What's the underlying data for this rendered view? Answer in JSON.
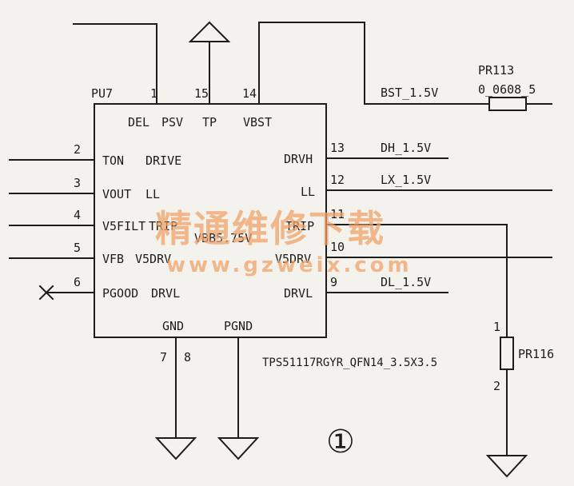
{
  "ic": {
    "ref": "PU7",
    "part": "TPS51117RGYR_QFN14_3.5X3.5",
    "top_pins": [
      {
        "num": "1",
        "name": "DEL"
      },
      {
        "num": "15",
        "name": "PSV"
      },
      {
        "num": "",
        "name": "TP"
      },
      {
        "num": "14",
        "name": "VBST"
      }
    ],
    "left_pins": [
      {
        "num": "2",
        "name": "TON"
      },
      {
        "num": "3",
        "name": "VOUT"
      },
      {
        "num": "4",
        "name": "V5FILT"
      },
      {
        "num": "5",
        "name": "VFB"
      },
      {
        "num": "6",
        "name": "PGOOD"
      }
    ],
    "inner_right": [
      "DRIVE",
      "LL",
      "TRIP",
      "V5DRV",
      "DRVL"
    ],
    "inner_center": "VBB5.75V",
    "right_pins": [
      {
        "num": "13",
        "name": "DRVH"
      },
      {
        "num": "12",
        "name": "LL"
      },
      {
        "num": "11",
        "name": "TRIP"
      },
      {
        "num": "10",
        "name": "V5DRV"
      },
      {
        "num": "9",
        "name": "DRVL"
      }
    ],
    "bottom_pins": [
      {
        "num": "7",
        "name": "GND"
      },
      {
        "num": "8",
        "name": "PGND"
      }
    ]
  },
  "nets": {
    "bst": "BST_1.5V",
    "dh": "DH_1.5V",
    "lx": "LX_1.5V",
    "dl": "DL_1.5V"
  },
  "parts": {
    "pr113": {
      "ref": "PR113",
      "value": "0_0608_5"
    },
    "pr116": {
      "ref": "PR116",
      "pin1": "1",
      "pin2": "2"
    }
  },
  "marker": "①",
  "watermark": {
    "cn": "精通维修下载",
    "url": "www.gzweix.com"
  }
}
